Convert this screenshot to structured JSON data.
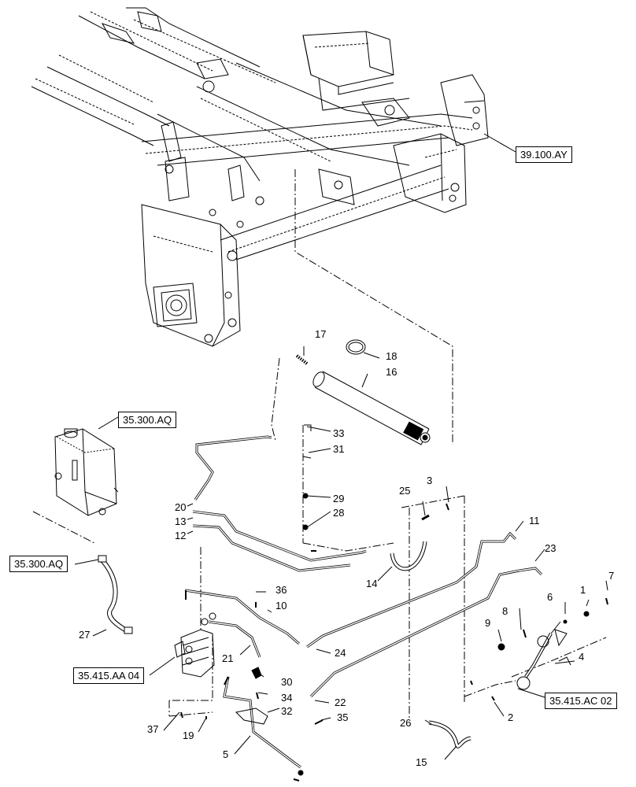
{
  "diagram": {
    "type": "exploded parts diagram",
    "callouts": [
      {
        "id": "c17",
        "text": "17"
      },
      {
        "id": "c18",
        "text": "18"
      },
      {
        "id": "c16",
        "text": "16"
      },
      {
        "id": "c33",
        "text": "33"
      },
      {
        "id": "c31",
        "text": "31"
      },
      {
        "id": "c3",
        "text": "3"
      },
      {
        "id": "c25",
        "text": "25"
      },
      {
        "id": "c29",
        "text": "29"
      },
      {
        "id": "c28",
        "text": "28"
      },
      {
        "id": "c20",
        "text": "20"
      },
      {
        "id": "c13",
        "text": "13"
      },
      {
        "id": "c12",
        "text": "12"
      },
      {
        "id": "c11",
        "text": "11"
      },
      {
        "id": "c23",
        "text": "23"
      },
      {
        "id": "c14",
        "text": "14"
      },
      {
        "id": "c36",
        "text": "36"
      },
      {
        "id": "c10",
        "text": "10"
      },
      {
        "id": "c7",
        "text": "7"
      },
      {
        "id": "c1",
        "text": "1"
      },
      {
        "id": "c6",
        "text": "6"
      },
      {
        "id": "c8",
        "text": "8"
      },
      {
        "id": "c9",
        "text": "9"
      },
      {
        "id": "c27",
        "text": "27"
      },
      {
        "id": "c21",
        "text": "21"
      },
      {
        "id": "c24",
        "text": "24"
      },
      {
        "id": "c4",
        "text": "4"
      },
      {
        "id": "c30",
        "text": "30"
      },
      {
        "id": "c34",
        "text": "34"
      },
      {
        "id": "c22",
        "text": "22"
      },
      {
        "id": "c32",
        "text": "32"
      },
      {
        "id": "c35",
        "text": "35"
      },
      {
        "id": "c2",
        "text": "2"
      },
      {
        "id": "c37",
        "text": "37"
      },
      {
        "id": "c19",
        "text": "19"
      },
      {
        "id": "c5",
        "text": "5"
      },
      {
        "id": "c26",
        "text": "26"
      },
      {
        "id": "c15",
        "text": "15"
      }
    ],
    "references": [
      {
        "id": "r39100AY",
        "text": "39.100.AY"
      },
      {
        "id": "r35300AQ_tank",
        "text": "35.300.AQ"
      },
      {
        "id": "r35300AQ_hose",
        "text": "35.300.AQ"
      },
      {
        "id": "r35415AA04",
        "text": "35.415.AA 04"
      },
      {
        "id": "r35415AC02",
        "text": "35.415.AC 02"
      }
    ]
  }
}
